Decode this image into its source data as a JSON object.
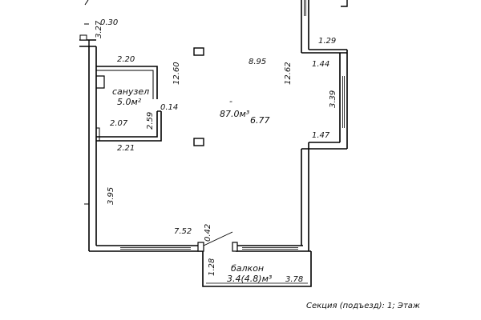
{
  "plan": {
    "rooms": {
      "bathroom": {
        "name": "санузел",
        "area": "5.0м²"
      },
      "main": {
        "marker": "-",
        "area": "87.0м³"
      },
      "balcony": {
        "name": "балкон",
        "area": "3.4(4.8)м³"
      }
    },
    "dimensions": {
      "d_030": "0.30",
      "d_327": "3.27",
      "d_220": "2.20",
      "d_1260": "12.60",
      "d_895": "8.95",
      "d_1262": "12.62",
      "d_129": "1.29",
      "d_144": "1.44",
      "d_339": "3.39",
      "d_147": "1.47",
      "d_014": "0.14",
      "d_259": "2.59",
      "d_207": "2.07",
      "d_221": "2.21",
      "d_677": "6.77",
      "d_395": "3.95",
      "d_752": "7.52",
      "d_042": "0.42",
      "d_128": "1.28",
      "d_378": "3.78"
    },
    "footer": "Секция (подъезд):  1;  Этаж"
  }
}
